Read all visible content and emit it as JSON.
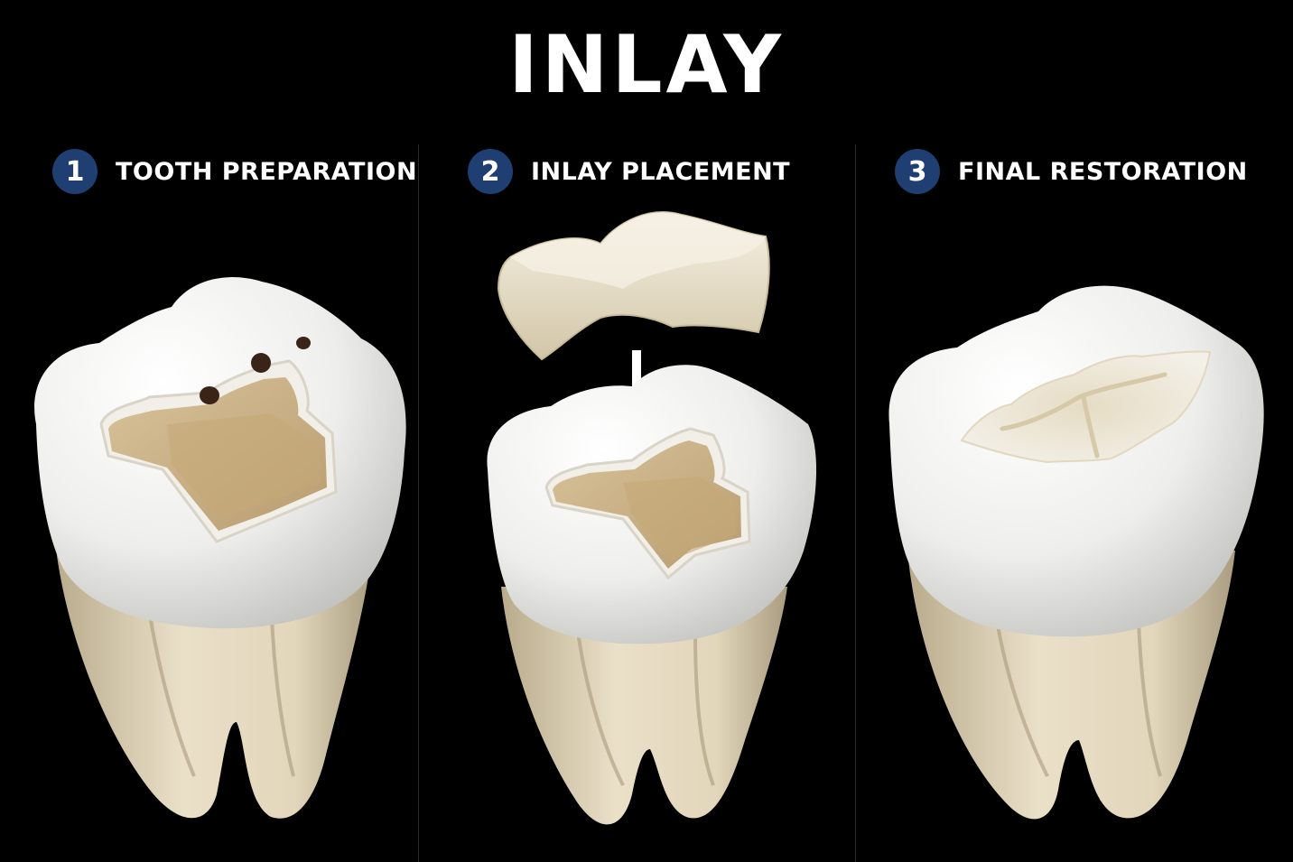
{
  "title": "INLAY",
  "steps": [
    {
      "number": "1",
      "label": "TOOTH PREPARATION"
    },
    {
      "number": "2",
      "label": "INLAY PLACEMENT"
    },
    {
      "number": "3",
      "label": "FINAL RESTORATION"
    }
  ],
  "colors": {
    "background": "#000000",
    "step_badge": "#1f3f73",
    "enamel": "#eeeeec",
    "root": "#e2d6bb",
    "dentin": "#cdb58b",
    "inlay": "#e9e1cc",
    "decay": "#3a2418"
  },
  "icons": [
    "tooth-illustration",
    "inlay-piece",
    "down-arrow-icon"
  ]
}
